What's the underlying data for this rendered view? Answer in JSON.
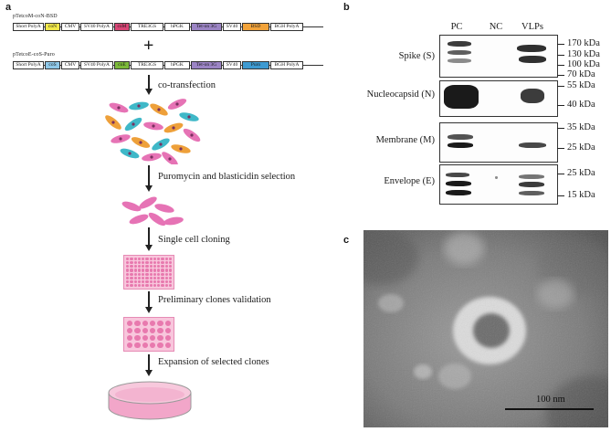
{
  "panels": {
    "a": "a",
    "b": "b",
    "c": "c"
  },
  "plasmid1": {
    "name": "pTetcoM-coN-BSD",
    "segments": [
      {
        "label": "Short PolyA",
        "color": "#ffffff"
      },
      {
        "label": "coN",
        "color": "#f2e94a"
      },
      {
        "label": "CMV",
        "color": "#ffffff"
      },
      {
        "label": "SV40 PolyA",
        "color": "#ffffff"
      },
      {
        "label": "coM",
        "color": "#d94676"
      },
      {
        "label": "TRE3GS",
        "color": "#ffffff"
      },
      {
        "label": "hPGK",
        "color": "#ffffff"
      },
      {
        "label": "Tet-on 3G",
        "color": "#9b84c4"
      },
      {
        "label": "SV40",
        "color": "#ffffff"
      },
      {
        "label": "BSD",
        "color": "#f2a33a"
      },
      {
        "label": "BGH PolyA",
        "color": "#ffffff"
      }
    ]
  },
  "plus": "+",
  "plasmid2": {
    "name": "pTetcoE-coS-Puro",
    "segments": [
      {
        "label": "Short PolyA",
        "color": "#ffffff"
      },
      {
        "label": "coS",
        "color": "#8fc8e8"
      },
      {
        "label": "CMV",
        "color": "#ffffff"
      },
      {
        "label": "SV40 PolyA",
        "color": "#ffffff"
      },
      {
        "label": "coE",
        "color": "#7cba3a"
      },
      {
        "label": "TRE3GS",
        "color": "#ffffff"
      },
      {
        "label": "hPGK",
        "color": "#ffffff"
      },
      {
        "label": "Tet-on 3G",
        "color": "#9b84c4"
      },
      {
        "label": "SV40",
        "color": "#ffffff"
      },
      {
        "label": "Puro",
        "color": "#3d9ad1"
      },
      {
        "label": "BGH PolyA",
        "color": "#ffffff"
      }
    ]
  },
  "steps": [
    "co-transfection",
    "Puromycin and blasticidin selection",
    "Single cell cloning",
    "Preliminary clones validation",
    "Expansion of selected clones"
  ],
  "western_blot": {
    "lanes": [
      "PC",
      "NC",
      "VLPs"
    ],
    "proteins": [
      {
        "label": "Spike (S)",
        "markers": [
          "170 kDa",
          "130 kDa",
          "100 kDa",
          "70 kDa"
        ]
      },
      {
        "label": "Nucleocapsid (N)",
        "markers": [
          "55 kDa",
          "40 kDa"
        ]
      },
      {
        "label": "Membrane (M)",
        "markers": [
          "35 kDa",
          "25 kDa"
        ]
      },
      {
        "label": "Envelope (E)",
        "markers": [
          "25 kDa",
          "15 kDa"
        ]
      }
    ]
  },
  "em": {
    "scale_label": "100 nm"
  },
  "colors": {
    "cell_pink": "#e673b5",
    "cell_teal": "#3fb8c8",
    "cell_orange": "#eea03a",
    "plate_well": "#e879ae"
  }
}
